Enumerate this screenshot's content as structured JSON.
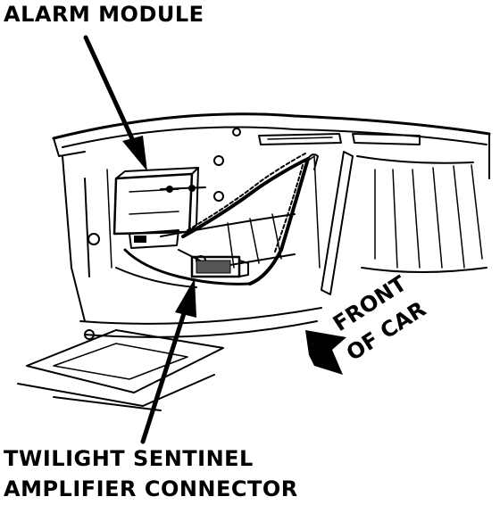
{
  "labels": {
    "alarm_module": "ALARM MODULE",
    "twilight_line1": "TWILIGHT SENTINEL",
    "twilight_line2": "AMPLIFIER CONNECTOR",
    "front_line1": "FRONT",
    "front_line2": "OF CAR"
  },
  "colors": {
    "ink": "#000000",
    "paper": "#ffffff"
  }
}
